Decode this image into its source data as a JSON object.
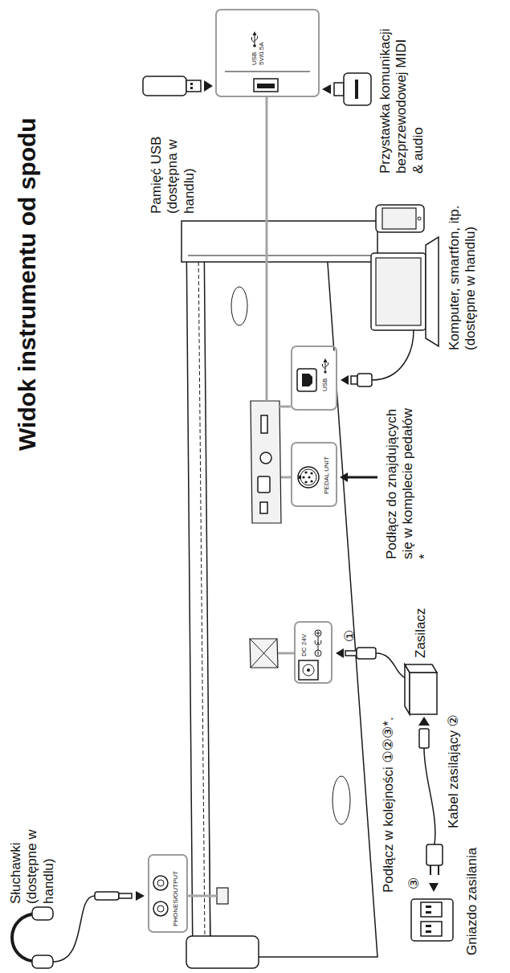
{
  "diagram": {
    "title": "Widok instrumentu od spodu",
    "nodes": [
      {
        "text": [
          "USB 5V/0.5A"
        ]
      },
      {
        "text": [
          "USB"
        ]
      },
      {
        "text": [
          "PEDAL UNIT"
        ]
      },
      {
        "text": [
          "DC 24V"
        ]
      },
      {
        "text": [
          "PHONES/OUTPUT"
        ]
      }
    ],
    "labels": [
      "Pamięć USB (dostępna w handlu)",
      "Przystawka komunikacji bezprzewodowej MIDI & audio",
      "Komputer, smartfon, itp. (dostępne w handlu)",
      "Podłącz do znajdujących się w komplecie pedałów *",
      "①",
      "Podłącz w kolejności ①②③*.",
      "Zasilacz",
      "Kabel zasilający ②",
      "③",
      "Gniazdo zasilania",
      "Słuchawki (dostępne w handlu)"
    ]
  }
}
